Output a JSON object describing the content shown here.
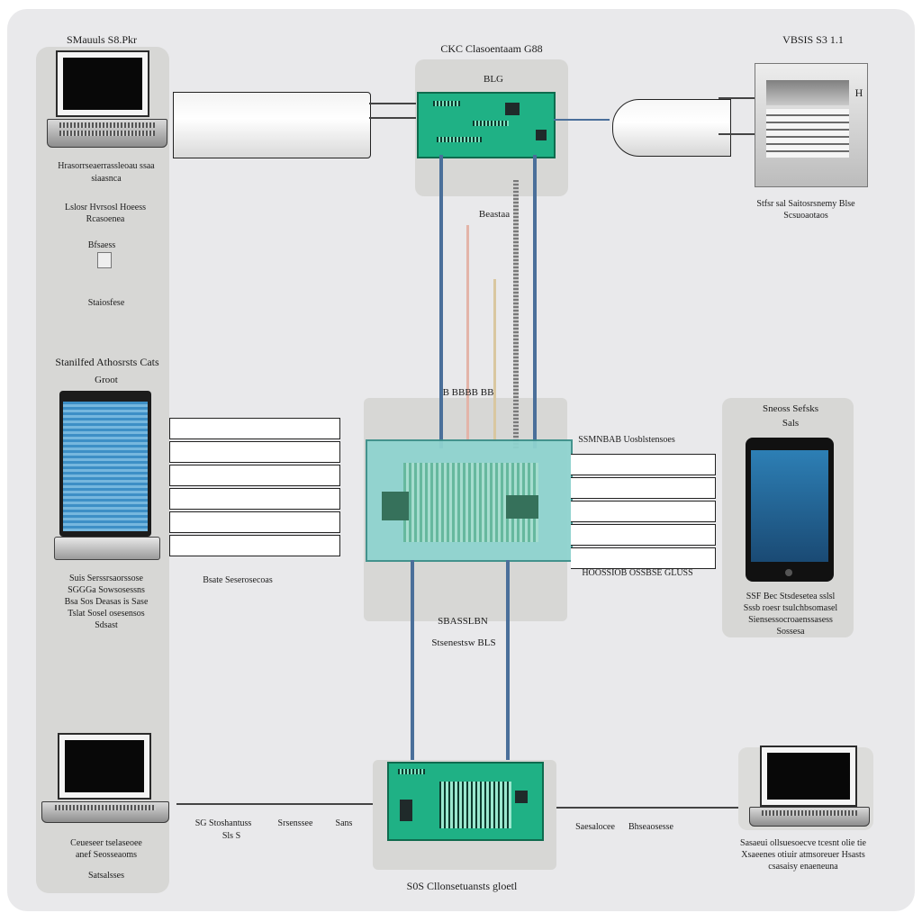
{
  "diagram": {
    "top_left_header": "SMauuls S8.Pkr",
    "top_center_header": "CKC Clasoentaam G88",
    "top_right_header": "VBSIS S3 1.1",
    "board_top_label": "BLG",
    "server_label": "H",
    "top_left_caption_1": "Hrasorrseaerrassleoau ssaa",
    "top_left_caption_2": "siaasnca",
    "mid_left_caption_1": "Lslosr Hvrsosl Hoeess",
    "mid_left_caption_2": "Rcasoenea",
    "left_small_1": "Bfsaess",
    "left_small_2": "Staiosfese",
    "top_right_caption_1": "Stfsr sal Saitosrsnemy Blse",
    "top_right_caption_2": "Scsuoaotaos",
    "center_cable_label": "Beastaa",
    "left_section_title": "Stanilfed Athosrsts Cats",
    "left_section_sub": "Groot",
    "left_bottom_caption_1": "Suis Serssrsaorssose",
    "left_bottom_caption_2": "SGGGa Sowsosessns",
    "left_bottom_caption_3": "Bsa Sos Deasas is Sase",
    "left_bottom_caption_4": "Tslat Sosel osesensos",
    "left_bottom_caption_5": "Sdsast",
    "mid_cable_label": "Bsate Seserosecoas",
    "hub_top_label": "B BBBB BB",
    "hub_right_label": "SSMNBAB Uosblstensoes",
    "hub_bottom_right_label": "HOOSSIOB OSSBSE GLUSS",
    "hub_bottom_label_1": "SBASSLBN",
    "hub_bottom_label_2": "Stsenestsw BLS",
    "right_section_title": "Sneoss Sefsks",
    "right_section_sub": "Sals",
    "right_caption_1": "SSF Bec Stsdesetea sslsl",
    "right_caption_2": "Sssb roesr tsulchbsomasel",
    "right_caption_3": "Siensessocroaenssasess",
    "right_caption_4": "Sossesa",
    "bottom_left_caption_1": "Ceueseer tselaseoee",
    "bottom_left_caption_2": "anef Seosseaoms",
    "bottom_left_caption_3": "Satsalsses",
    "bottom_link_label_1": "SG Stoshantuss",
    "bottom_link_label_2": "Srsenssee",
    "bottom_link_label_3": "Sans",
    "bottom_link_label_4": "Sls S",
    "bottom_right_link_1": "Saesalocee",
    "bottom_right_link_2": "Bhseaosesse",
    "bottom_right_caption_1": "Sasaeui ollsuesoecve tcesnt olie tie",
    "bottom_right_caption_2": "Xsaeenes otiuir atmsoreuer Hsasts",
    "bottom_right_caption_3": "csasaisy enaeneuna",
    "bottom_center_label": "S0S Cllonsetuansts gloetl"
  },
  "colors": {
    "board_green": "#1fb185",
    "hub_teal": "#8fd3cf",
    "wire_blue": "#4a6f9a",
    "panel_gray": "#d7d7d5",
    "background": "#e9e9eb"
  }
}
